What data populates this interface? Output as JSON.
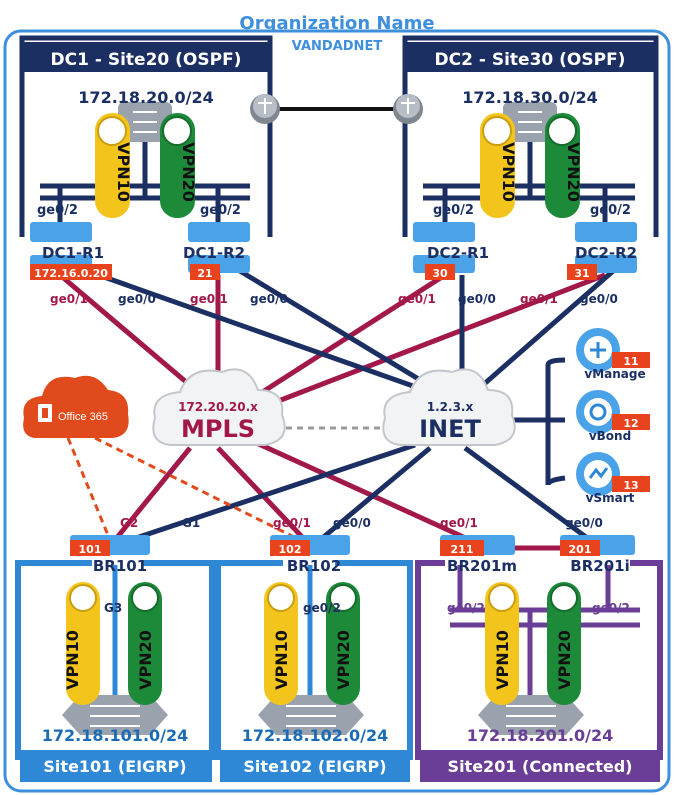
{
  "org": {
    "title": "Organization Name",
    "subtitle": "VANDADNET"
  },
  "sites": {
    "dc1": {
      "title": "DC1 - Site20 (OSPF)",
      "subnet": "172.18.20.0/24"
    },
    "dc2": {
      "title": "DC2 - Site30 (OSPF)",
      "subnet": "172.18.30.0/24"
    },
    "s101": {
      "title": "Site101 (EIGRP)",
      "subnet": "172.18.101.0/24"
    },
    "s102": {
      "title": "Site102 (EIGRP)",
      "subnet": "172.18.102.0/24"
    },
    "s201": {
      "title": "Site201 (Connected)",
      "subnet": "172.18.201.0/24"
    }
  },
  "routers": {
    "dc1r1": {
      "name": "DC1-R1",
      "id": "172.16.0.20"
    },
    "dc1r2": {
      "name": "DC1-R2",
      "id": "21"
    },
    "dc2r1": {
      "name": "DC2-R1",
      "id": "30"
    },
    "dc2r2": {
      "name": "DC2-R2",
      "id": "31"
    },
    "br101": {
      "name": "BR101",
      "id": "101"
    },
    "br102": {
      "name": "BR102",
      "id": "102"
    },
    "br201m": {
      "name": "BR201m",
      "id": "211"
    },
    "br201i": {
      "name": "BR201i",
      "id": "201"
    }
  },
  "vpn": {
    "a": "VPN10",
    "b": "VPN20"
  },
  "ifaces": {
    "ge02": "ge0/2",
    "ge01": "ge0/1",
    "ge00": "ge0/0",
    "g1": "G1",
    "g2": "G2",
    "g3": "G3"
  },
  "clouds": {
    "mpls": {
      "label": "MPLS",
      "subnet": "172.20.20.x"
    },
    "inet": {
      "label": "INET",
      "subnet": "1.2.3.x"
    }
  },
  "controllers": [
    {
      "name": "vManage",
      "id": "11"
    },
    {
      "name": "vBond",
      "id": "12"
    },
    {
      "name": "vSmart",
      "id": "13"
    }
  ],
  "office": {
    "label": "Office 365"
  },
  "colors": {
    "navy": "#1b2f63",
    "blue": "#2e88d6",
    "purple": "#6a3d96",
    "mpls": "#a2184a",
    "badge": "#e8431c",
    "office": "#e04a1c",
    "yellow": "#f3c51c",
    "green": "#1d8a3a"
  }
}
